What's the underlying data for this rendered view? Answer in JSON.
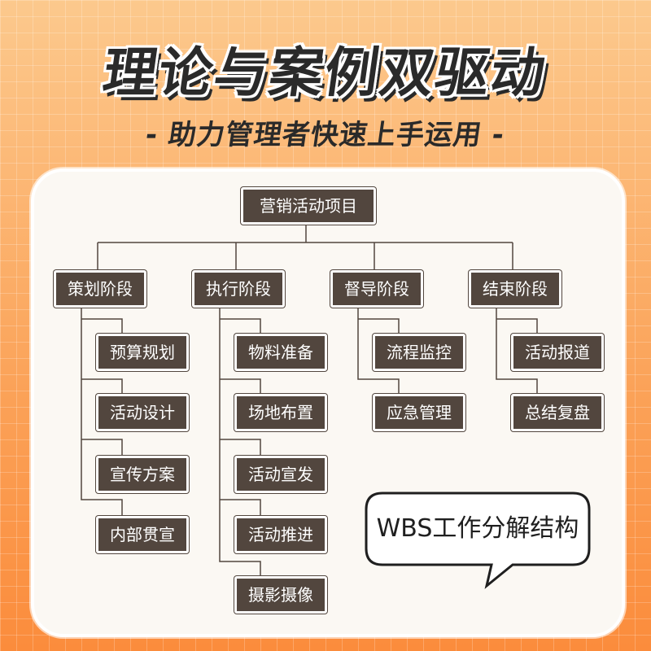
{
  "header": {
    "title": "理论与案例双驱动",
    "subtitle": "- 助力管理者快速上手运用 -"
  },
  "diagram": {
    "root": "营销活动项目",
    "phases": [
      {
        "label": "策划阶段",
        "tasks": [
          "预算规划",
          "活动设计",
          "宣传方案",
          "内部贯宣"
        ]
      },
      {
        "label": "执行阶段",
        "tasks": [
          "物料准备",
          "场地布置",
          "活动宣发",
          "活动推进",
          "摄影摄像"
        ]
      },
      {
        "label": "督导阶段",
        "tasks": [
          "流程监控",
          "应急管理"
        ]
      },
      {
        "label": "结束阶段",
        "tasks": [
          "活动报道",
          "总结复盘"
        ]
      }
    ],
    "callout": "WBS工作分解结构"
  },
  "colors": {
    "node_fill": "#52463e",
    "line": "#52463e",
    "panel": "#fbf8f3",
    "background_top": "#fcc98d",
    "background_bottom": "#fb8c3c"
  }
}
